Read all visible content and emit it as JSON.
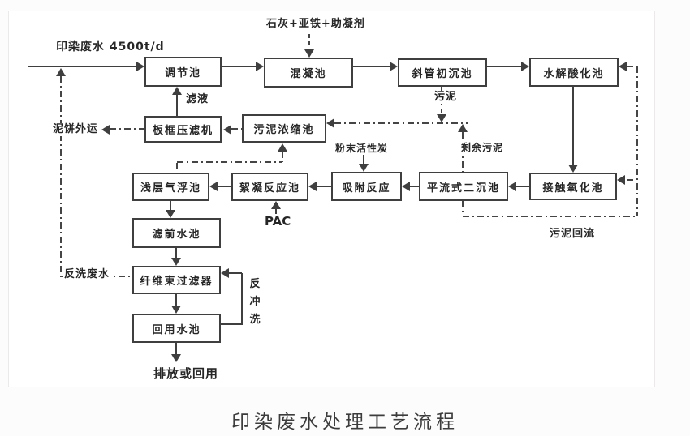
{
  "caption": "印染废水处理工艺流程",
  "nodes": {
    "regulating": "调节池",
    "coagulation": "混凝池",
    "primary_sed": "斜管初沉池",
    "hydrolysis": "水解酸化池",
    "filter_press": "板框压滤机",
    "sludge_thickener": "污泥浓缩池",
    "air_flotation": "浅层气浮池",
    "floc_reaction": "絮凝反应池",
    "adsorption": "吸附反应",
    "secondary_sed": "平流式二沉池",
    "contact_oxidation": "接触氧化池",
    "prefilter_tank": "滤前水池",
    "fiber_filter": "纤维束过滤器",
    "reuse_tank": "回用水池"
  },
  "labels": {
    "influent": "印染废水 4500t/d",
    "dosing": "石灰+亚铁+助凝剂",
    "filtrate": "滤液",
    "sludge_cake_out": "泥饼外运",
    "sludge": "污泥",
    "excess_sludge": "剩余污泥",
    "powdered_carbon": "粉末活性炭",
    "pac": "PAC",
    "sludge_return": "污泥回流",
    "backwash_wastewater": "反洗废水",
    "backwash": "反冲洗",
    "discharge_or_reuse": "排放或回用"
  }
}
